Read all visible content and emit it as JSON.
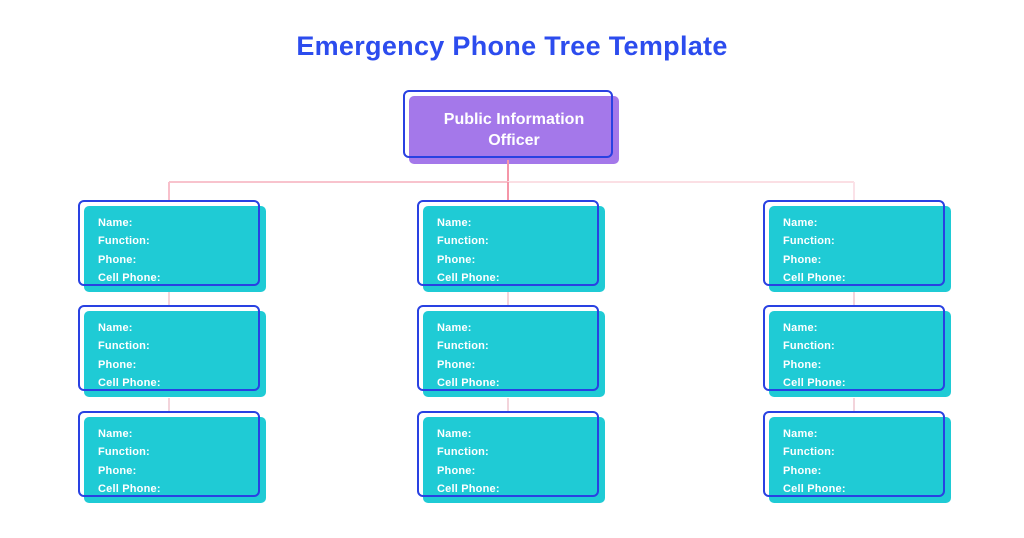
{
  "title": "Emergency Phone Tree Template",
  "root": {
    "label": "Public Information Officer"
  },
  "field_labels": [
    "Name:",
    "Function:",
    "Phone:",
    "Cell Phone:"
  ],
  "grid": {
    "columns": 3,
    "rows_per_column": 3
  },
  "colors": {
    "title_text": "#2c4cee",
    "root_fill": "#a478ea",
    "node_fill": "#1fcbd5",
    "node_outline": "#2941e2",
    "connector_strong": "#f596a8",
    "connector_light": "#f8c3cd",
    "connector_faint": "#fbdfe4",
    "node_text": "#ffffff"
  }
}
